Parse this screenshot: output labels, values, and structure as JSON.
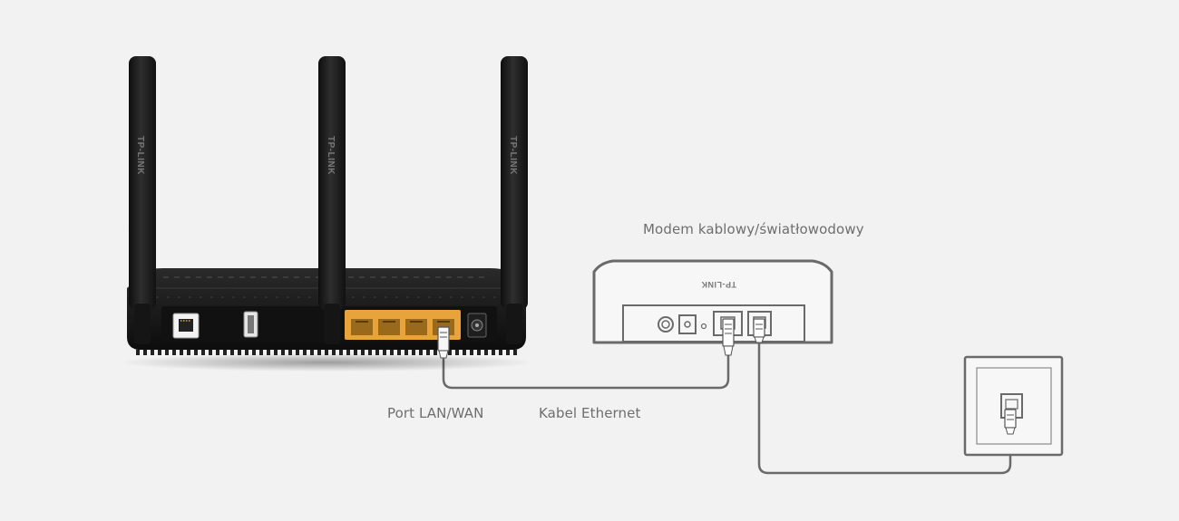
{
  "labels": {
    "modem": "Modem kablowy/światłowodowy",
    "port": "Port LAN/WAN",
    "cable": "Kabel Ethernet"
  },
  "brand": {
    "antenna_text": "TP-LINK",
    "modem_text": "TP-LINK"
  },
  "colors": {
    "background": "#f2f2f2",
    "router_body": "#1a1a1a",
    "lan_ports": "#e8a33a",
    "line": "#6a6a6a"
  },
  "icons": [
    "router",
    "modem",
    "wall-socket",
    "rj45-plug",
    "power-icon"
  ]
}
